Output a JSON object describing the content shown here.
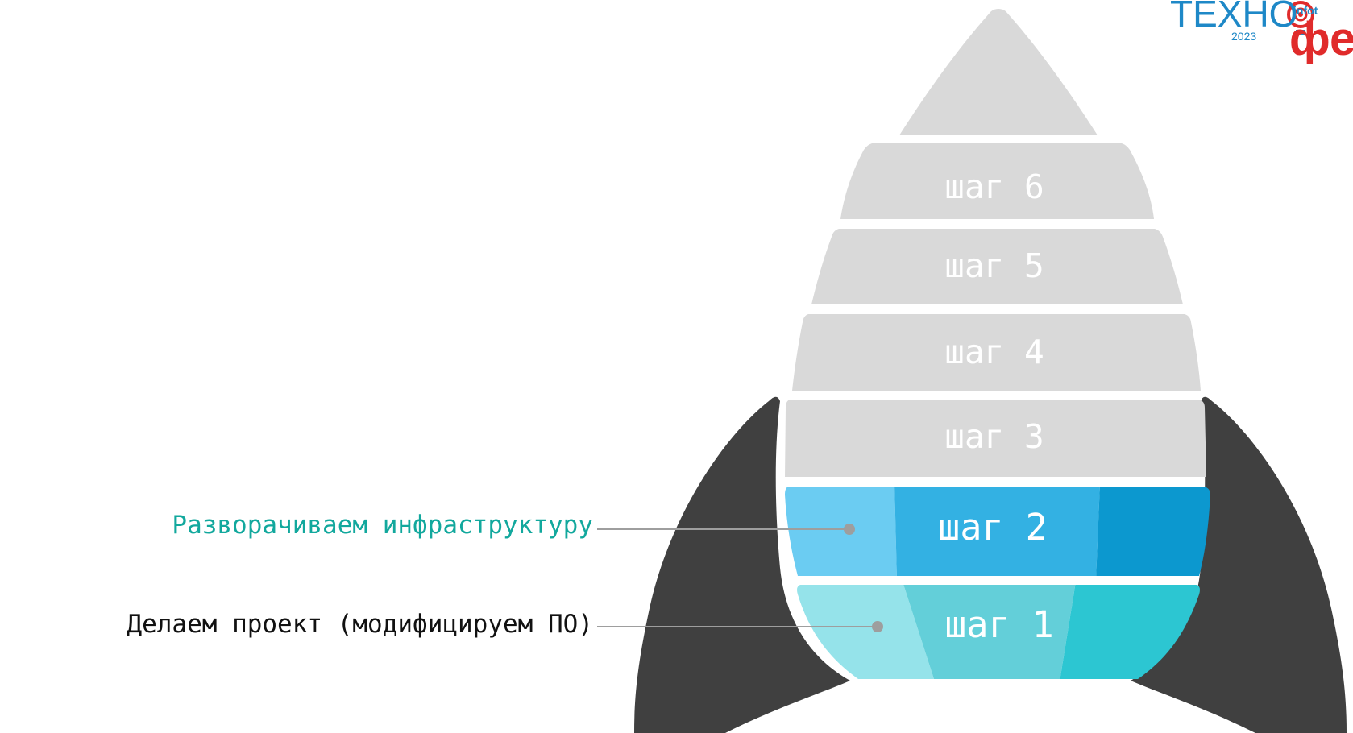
{
  "steps": [
    {
      "label": "шаг 1",
      "active": true,
      "colors": [
        "#95e3ea",
        "#63cfd9",
        "#2cc6d2"
      ]
    },
    {
      "label": "шаг 2",
      "active": true,
      "colors": [
        "#6bccf2",
        "#33b1e3",
        "#0c98cf"
      ]
    },
    {
      "label": "шаг 3",
      "active": false
    },
    {
      "label": "шаг 4",
      "active": false
    },
    {
      "label": "шаг 5",
      "active": false
    },
    {
      "label": "шаг 6",
      "active": false
    }
  ],
  "annotations": {
    "step2": "Разворачиваем инфраструктуру",
    "step1": "Делаем проект (модифицируем ПО)"
  },
  "logo": {
    "word1": "ТЕХНО",
    "year": "2023",
    "word2": "infot",
    "word3": "фе"
  },
  "colors": {
    "fins": "#404040",
    "inactive_segment": "#d9d9d9",
    "inactive_text": "#ffffff",
    "connector": "#9e9e9e",
    "annotation_step2": "#12a89d",
    "annotation_step1": "#111111",
    "logo_blue": "#1e88c7",
    "logo_red": "#e02b2b"
  }
}
